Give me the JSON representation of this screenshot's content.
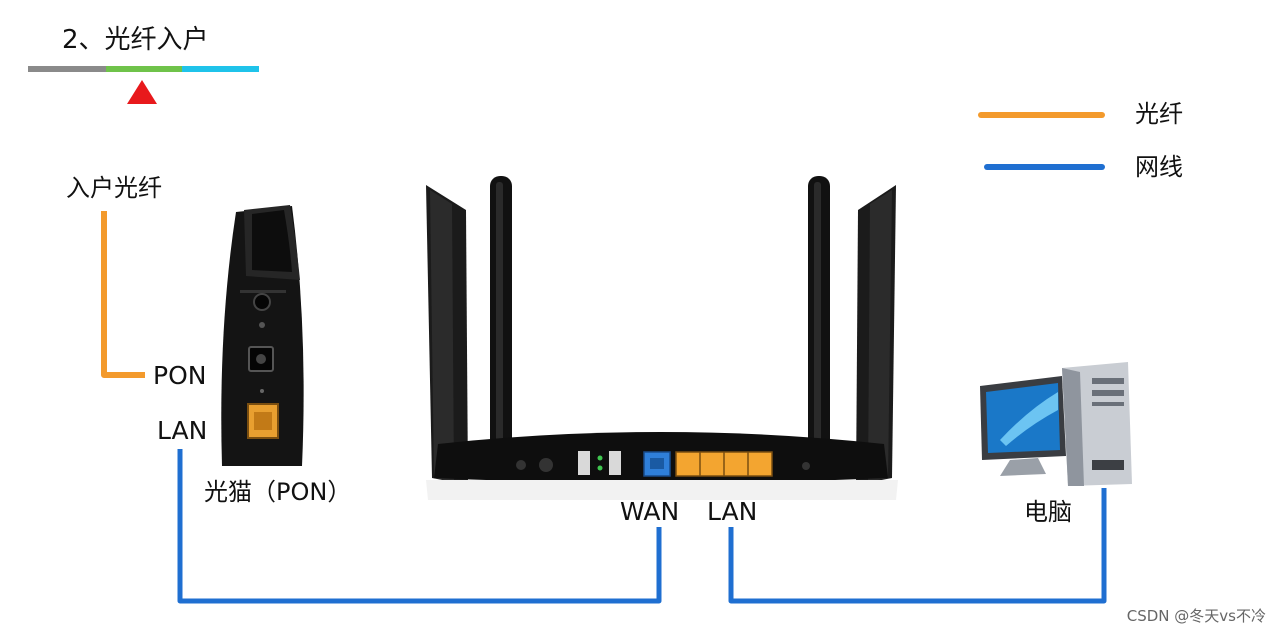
{
  "step": {
    "title": "2、光纤入户",
    "progress_colors": [
      "#8a8a8a",
      "#6fc34a",
      "#1fc3ea"
    ],
    "marker_color": "#e8191c"
  },
  "legend": {
    "fiber_label": "光纤",
    "fiber_color": "#f39a2c",
    "cable_label": "网线",
    "cable_color": "#1f6fd1"
  },
  "labels": {
    "incoming_fiber": "入户光纤",
    "pon": "PON",
    "modem_lan": "LAN",
    "modem": "光猫（PON）",
    "router_wan": "WAN",
    "router_lan": "LAN",
    "computer": "电脑"
  },
  "watermark": "CSDN @冬天vs不冷"
}
